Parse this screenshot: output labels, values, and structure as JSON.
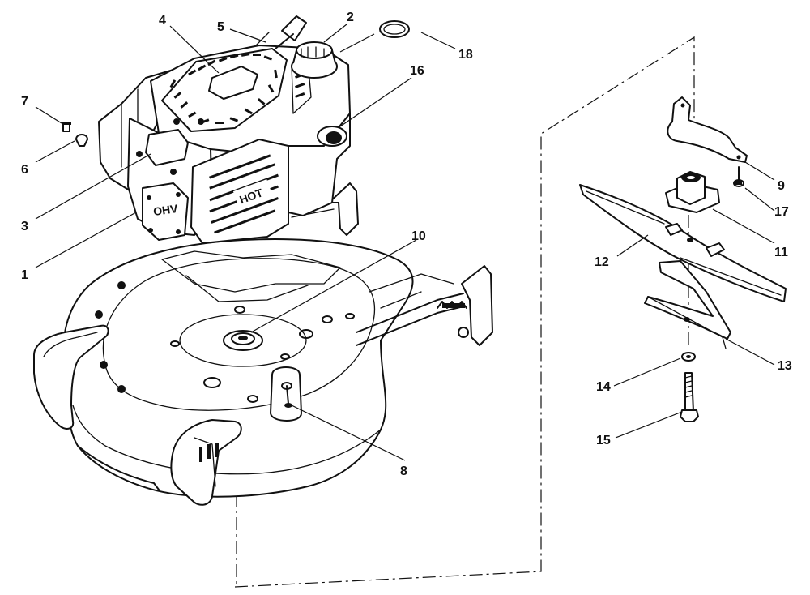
{
  "diagram": {
    "callouts": [
      {
        "id": "1",
        "label": "1"
      },
      {
        "id": "2",
        "label": "2"
      },
      {
        "id": "3",
        "label": "3"
      },
      {
        "id": "4",
        "label": "4"
      },
      {
        "id": "5",
        "label": "5"
      },
      {
        "id": "6",
        "label": "6"
      },
      {
        "id": "7",
        "label": "7"
      },
      {
        "id": "8",
        "label": "8"
      },
      {
        "id": "9",
        "label": "9"
      },
      {
        "id": "10",
        "label": "10"
      },
      {
        "id": "11",
        "label": "11"
      },
      {
        "id": "12",
        "label": "12"
      },
      {
        "id": "13",
        "label": "13"
      },
      {
        "id": "14",
        "label": "14"
      },
      {
        "id": "15",
        "label": "15"
      },
      {
        "id": "16",
        "label": "16"
      },
      {
        "id": "17",
        "label": "17"
      },
      {
        "id": "18",
        "label": "18"
      }
    ],
    "decals": {
      "muffler_guard": "HOT",
      "valve_cover": "OHV"
    }
  }
}
